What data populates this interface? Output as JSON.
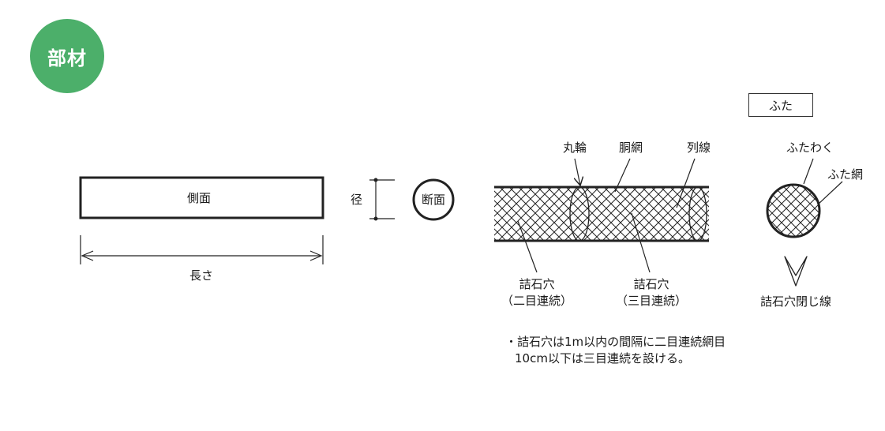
{
  "badge": {
    "label": "部材",
    "color": "#4caf6a"
  },
  "side_view": {
    "label": "側面",
    "length_label": "長さ",
    "diameter_label": "径",
    "section_label": "断面"
  },
  "gabion": {
    "ring_label": "丸輪",
    "body_mesh_label": "胴網",
    "column_wire_label": "列線",
    "hole2_label": "詰石穴",
    "hole2_sub": "（二目連続）",
    "hole3_label": "詰石穴",
    "hole3_sub": "（三目連続）"
  },
  "lid": {
    "box_label": "ふた",
    "frame_label": "ふたわく",
    "mesh_label": "ふた網",
    "closing_wire_label": "詰石穴閉じ線"
  },
  "note": {
    "line1": "・詰石穴は1m以内の間隔に二目連続網目",
    "line2": "10cm以下は三目連続を設ける。"
  }
}
